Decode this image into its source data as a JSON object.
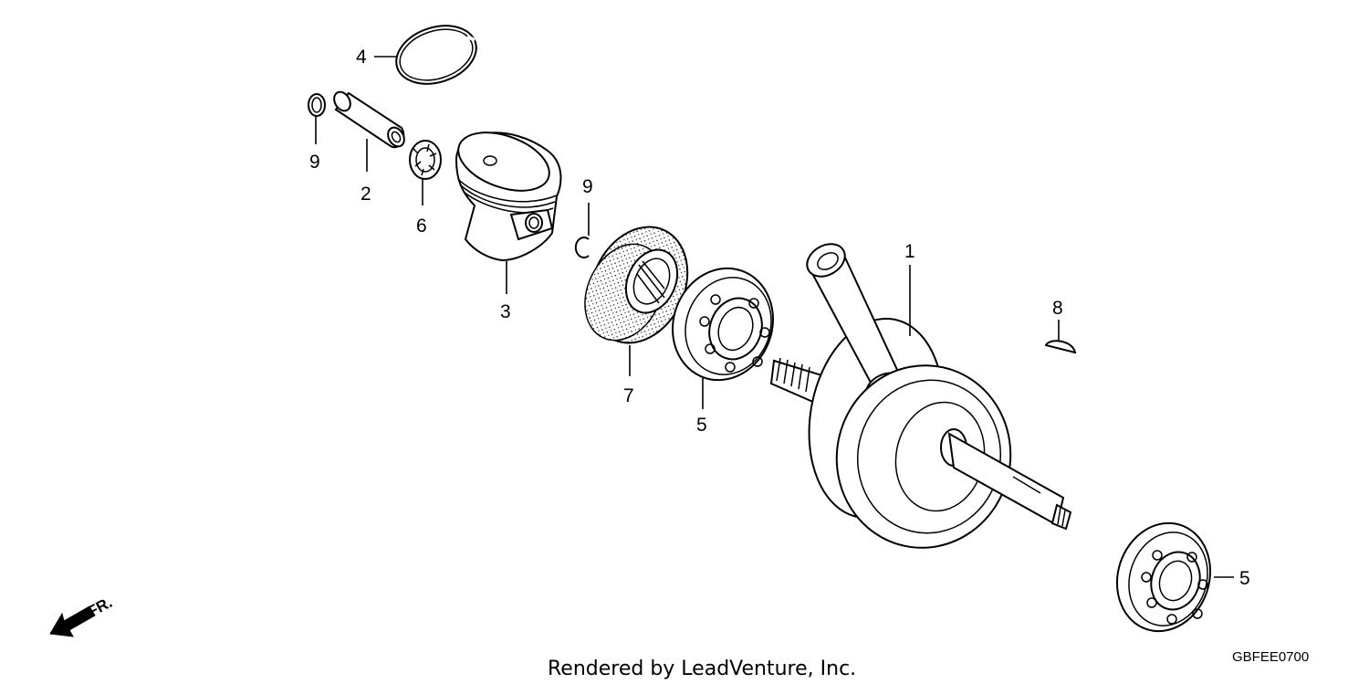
{
  "diagram": {
    "callouts": {
      "crankshaft": "1",
      "piston_pin": "2",
      "piston": "3",
      "piston_ring": "4",
      "bearing_mid": "5",
      "bearing_right": "5",
      "needle_bearing": "6",
      "oil_seal": "7",
      "woodruff_key": "8",
      "clip_left": "9",
      "clip_right": "9"
    },
    "front_indicator": "FR.",
    "diagram_code": "GBFEE0700",
    "footer": "Rendered by LeadVenture, Inc."
  }
}
